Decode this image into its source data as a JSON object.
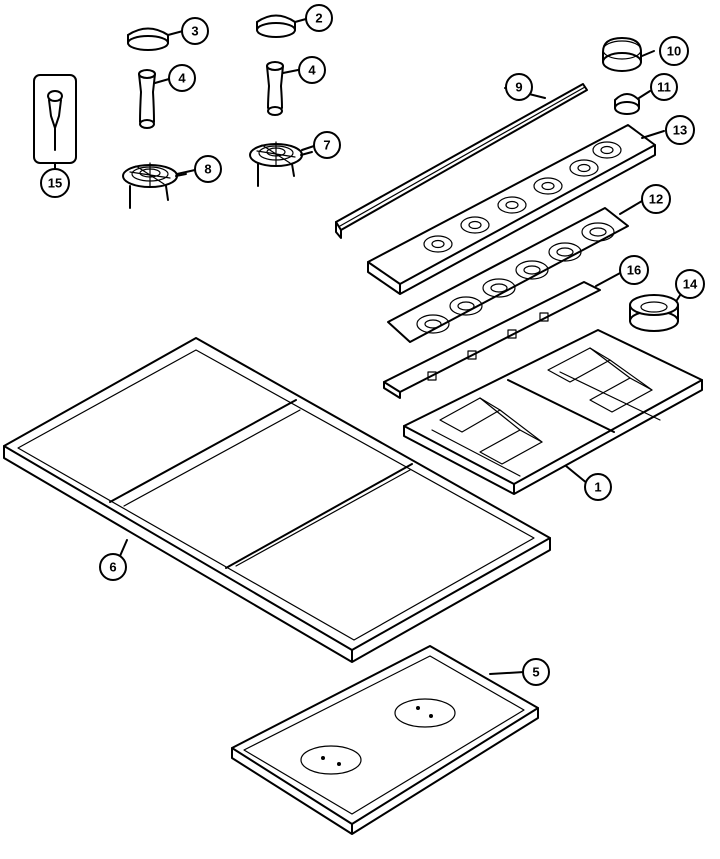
{
  "callouts": [
    {
      "id": "1",
      "label": "1"
    },
    {
      "id": "2",
      "label": "2"
    },
    {
      "id": "3",
      "label": "3"
    },
    {
      "id": "4a",
      "label": "4"
    },
    {
      "id": "4b",
      "label": "4"
    },
    {
      "id": "5",
      "label": "5"
    },
    {
      "id": "6",
      "label": "6"
    },
    {
      "id": "7",
      "label": "7"
    },
    {
      "id": "8",
      "label": "8"
    },
    {
      "id": "9",
      "label": "9"
    },
    {
      "id": "10",
      "label": "10"
    },
    {
      "id": "11",
      "label": "11"
    },
    {
      "id": "12",
      "label": "12"
    },
    {
      "id": "13",
      "label": "13"
    },
    {
      "id": "14",
      "label": "14"
    },
    {
      "id": "15",
      "label": "15"
    },
    {
      "id": "16",
      "label": "16"
    }
  ]
}
